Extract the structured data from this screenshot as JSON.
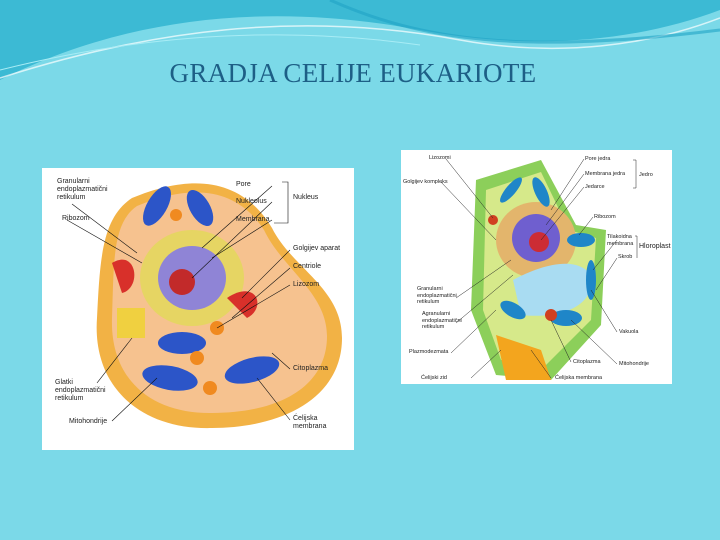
{
  "slide": {
    "title": "GRADJA CELIJE EUKARIOTE"
  },
  "animal_cell": {
    "labels": {
      "granular_er": "Granularni endoplazmatični retikulum",
      "ribosome": "Ribozom",
      "pore": "Pore",
      "nucleolus": "Nukleolus",
      "membrane": "Membrana",
      "nucleus": "Nukleus",
      "golgi": "Golgijev aparat",
      "centriole": "Centriole",
      "lysosome": "Lizozom",
      "cytoplasm": "Citoplazma",
      "cell_membrane": "Ćelijska membrana",
      "smooth_er": "Glatki endoplazmatični retikulum",
      "mitochondria": "Mitohondrije"
    }
  },
  "plant_cell": {
    "labels": {
      "lysosomes": "Lizozomi",
      "golgi": "Golgijev kompleks",
      "nuclear_pores": "Pore jedra",
      "nuclear_membrane": "Membrana jedra",
      "nucleolus": "Jedarce",
      "nucleus": "Jedro",
      "ribosome": "Ribozom",
      "thylakoid": "Tilakoidna membrana",
      "chloroplast": "Hloroplast",
      "starch": "Skrob",
      "granular_er": "Granularni endoplazmatični retikulum",
      "agranular_er": "Agranularni endoplazmatični retikulum",
      "plasmodesmata": "Plazmodezmata",
      "vacuole": "Vakuola",
      "cytoplasm": "Citoplazma",
      "mitochondria": "Mitohondrije",
      "cell_wall": "Ćelijski zid",
      "cell_membrane": "Ćelijska membrana"
    }
  }
}
